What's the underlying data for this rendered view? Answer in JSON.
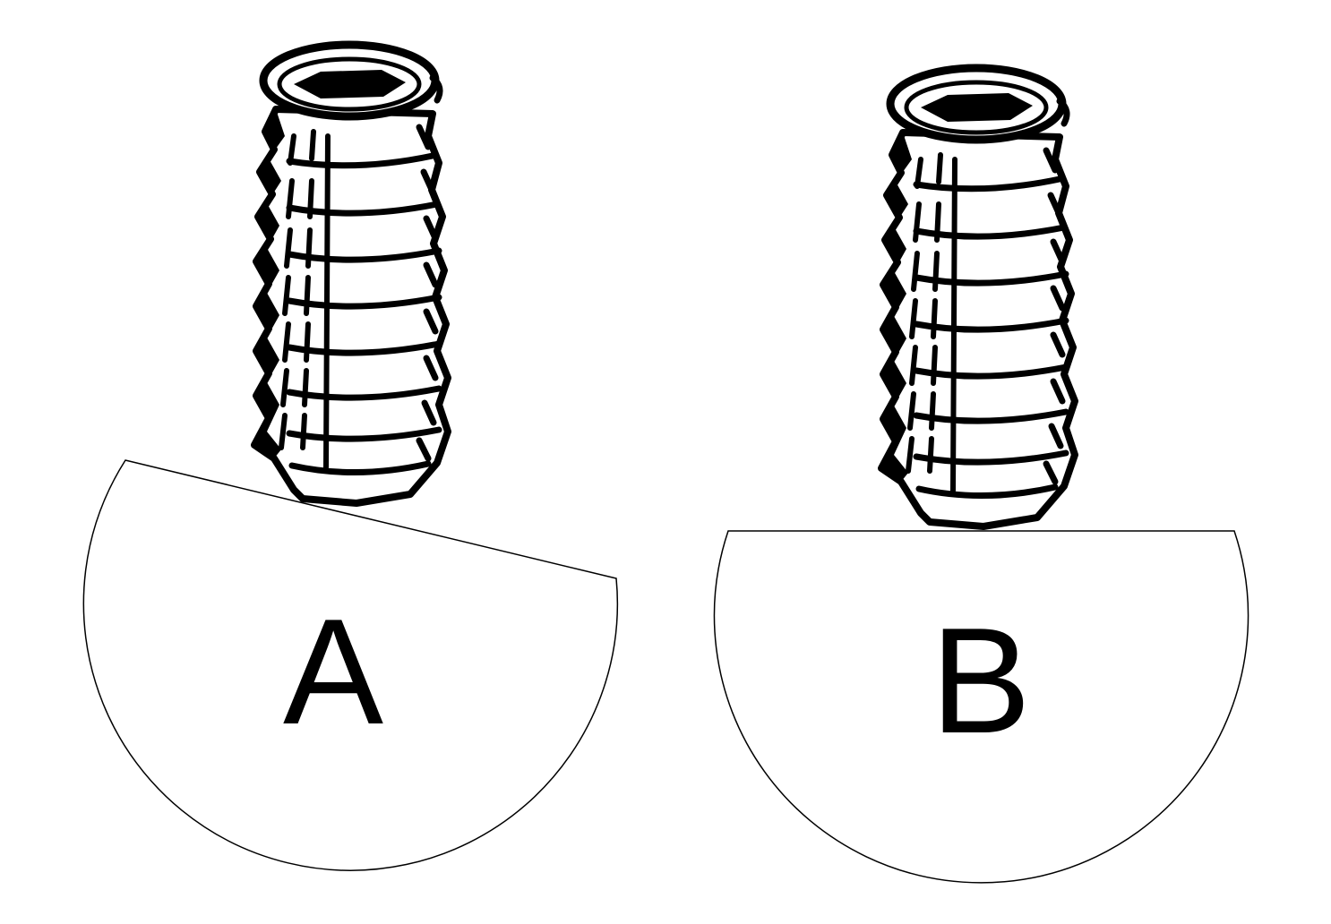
{
  "figure": {
    "panels": [
      {
        "label": "A",
        "description_shape": "tilted circular segment"
      },
      {
        "label": "B",
        "description_shape": "level circular segment"
      }
    ]
  },
  "colors": {
    "ink": "#000000",
    "background": "#ffffff"
  }
}
